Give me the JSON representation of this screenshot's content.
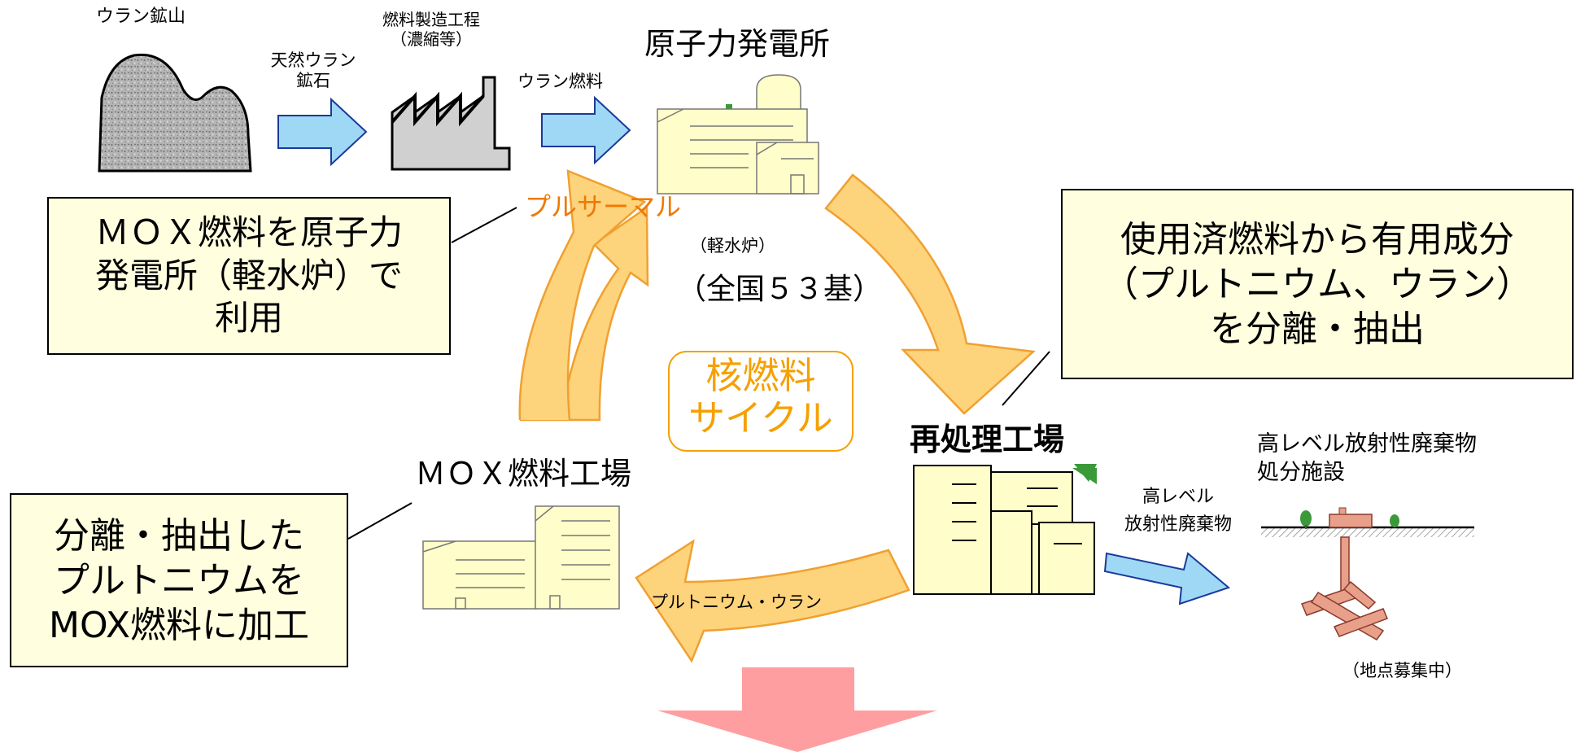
{
  "labels": {
    "uranium_mine": "ウラン鉱山",
    "natural_uranium_ore": "天然ウラン\n鉱石",
    "fuel_fabrication": "燃料製造工程\n（濃縮等）",
    "uranium_fuel": "ウラン燃料",
    "nuclear_power_plant": "原子力発電所",
    "light_water_reactor": "（軽水炉）",
    "plant_count": "（全国５３基）",
    "pluthermal": "プルサーマル",
    "nuclear_fuel_cycle": "核燃料\nサイクル",
    "reprocessing_plant": "再処理工場",
    "mox_fuel_plant": "ＭＯＸ燃料工場",
    "plutonium_uranium": "プルトニウム・ウラン",
    "high_level_waste": "高レベル\n放射性廃棄物",
    "disposal_facility": "高レベル放射性廃棄物\n処分施設",
    "site_recruiting": "（地点募集中）"
  },
  "callouts": {
    "mox_use": "ＭＯＸ燃料を原子力\n発電所（軽水炉）で\n利用",
    "reprocessing": "使用済燃料から有用成分\n（プルトニウム、ウラン）\nを分離・抽出",
    "mox_fabrication": "分離・抽出した\nプルトニウムを\nMOX燃料に加工"
  },
  "colors": {
    "callout_fill": "#ffffe0",
    "cycle_arrow_fill": "#fdd37c",
    "cycle_arrow_stroke": "#f0a030",
    "blue_arrow_fill": "#9fd8f5",
    "blue_arrow_stroke": "#1a3a9a",
    "building_fill": "#fffdc9",
    "pluthermal_text": "#f07800",
    "cycle_label_text": "#f5a000",
    "down_arrow_fill": "#ff9ea0"
  },
  "icons": {
    "mine": "mountain-icon",
    "factory": "factory-icon",
    "power_plant": "power-plant-icon",
    "reprocessing": "reprocessing-plant-icon",
    "mox_plant": "mox-plant-icon",
    "disposal": "disposal-facility-icon"
  }
}
